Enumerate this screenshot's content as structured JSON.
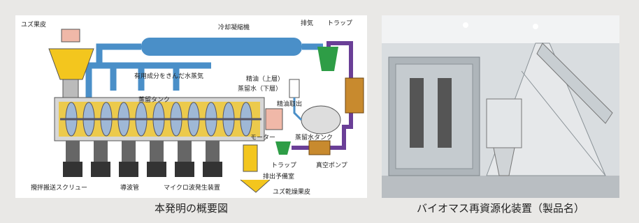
{
  "diagram": {
    "labels": {
      "yuzu_peel": "ユズ果皮",
      "condenser": "冷却凝縮機",
      "exhaust": "排気",
      "trap_top": "トラップ",
      "vapor": "有用成分をきんだ水蒸気",
      "essential_oil": "精油（上層）",
      "distilled_water": "蒸留水（下層）",
      "distill_tank": "蒸留タンク",
      "oil_out": "精油取出",
      "motor": "モーター",
      "water_tank": "蒸留水タンク",
      "trap_bottom": "トラップ",
      "vacuum_pump": "真空ポンプ",
      "discharge": "排出予備室",
      "screw": "攪拌搬送スクリュー",
      "conduit": "導波管",
      "microwave": "マイクロ波発生装置",
      "dried_peel": "ユズ乾燥果皮"
    }
  },
  "captions": {
    "left": "本発明の概要図",
    "right": "バイオマス再資源化装置（製品名）"
  },
  "colors": {
    "steam_pipe": "#4a8fc8",
    "vacuum_pipe": "#6a3f97",
    "peel": "#f3c61e",
    "trap": "#2e9d46",
    "pump": "#c88a2e"
  }
}
